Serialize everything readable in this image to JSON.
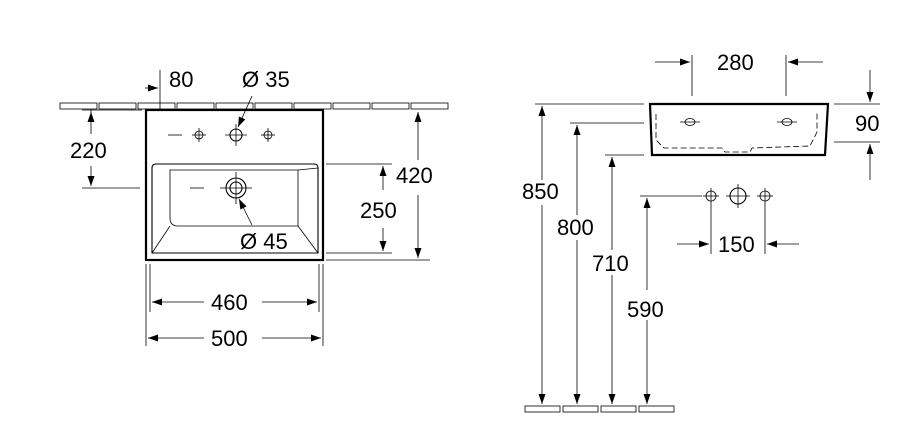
{
  "dimensions": {
    "tap_offset": "80",
    "tap_hole": "Ø 35",
    "depth_to_tap": "220",
    "total_height": "420",
    "bowl_height": "250",
    "drain_hole": "Ø 45",
    "inner_width": "460",
    "total_width": "500",
    "side_depth": "280",
    "side_thickness": "90",
    "floor_to_top": "850",
    "floor_to_rim": "800",
    "floor_to_underside": "710",
    "floor_to_drain": "590",
    "tap_spacing": "150"
  },
  "colors": {
    "line": "#000000",
    "background": "#ffffff"
  }
}
